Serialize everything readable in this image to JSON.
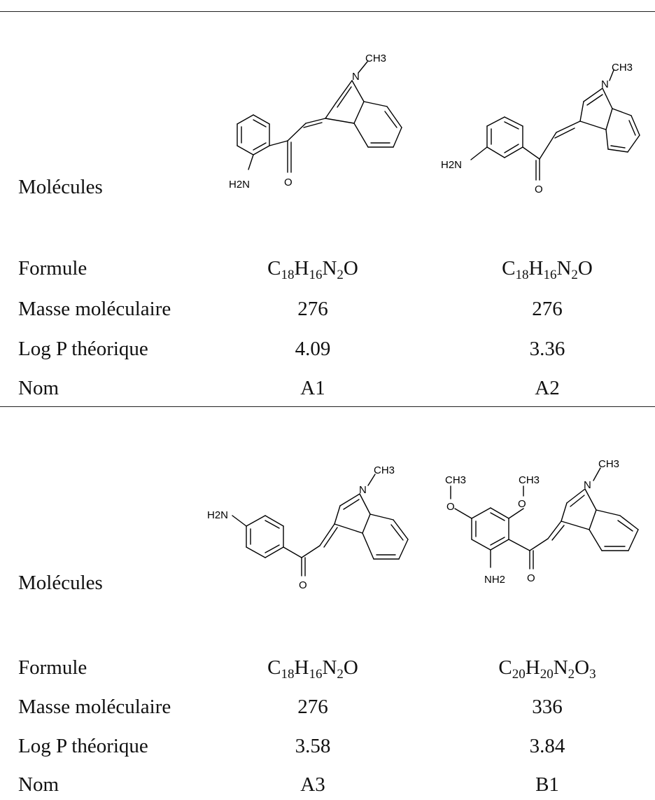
{
  "table": {
    "headers": [
      "Molécules",
      "Formule",
      "Masse moléculaire",
      "Log P théorique",
      "Nom"
    ],
    "blocks": [
      {
        "row_label_molecules": "Molécules",
        "row_label_formula": "Formule",
        "row_label_mass": "Masse moléculaire",
        "row_label_logp": "Log P théorique",
        "row_label_name": "Nom",
        "compounds": [
          {
            "structure": {
              "amine_label": "H2N",
              "methyl_label": "CH3",
              "nitrogen_label": "N",
              "oxygen_label": "O"
            },
            "formula": {
              "c": "C",
              "c_n": "18",
              "h": "H",
              "h_n": "16",
              "n": "N",
              "n_n": "2",
              "o": "O",
              "o_n": ""
            },
            "mass": "276",
            "logp": "4.09",
            "name": "A1"
          },
          {
            "structure": {
              "amine_label": "H2N",
              "methyl_label": "CH3",
              "nitrogen_label": "N",
              "oxygen_label": "O"
            },
            "formula": {
              "c": "C",
              "c_n": "18",
              "h": "H",
              "h_n": "16",
              "n": "N",
              "n_n": "2",
              "o": "O",
              "o_n": ""
            },
            "mass": "276",
            "logp": "3.36",
            "name": "A2"
          }
        ]
      },
      {
        "row_label_molecules": "Molécules",
        "row_label_formula": "Formule",
        "row_label_mass": "Masse moléculaire",
        "row_label_logp": "Log P théorique",
        "row_label_name": "Nom",
        "compounds": [
          {
            "structure": {
              "amine_label": "H2N",
              "methyl_label": "CH3",
              "nitrogen_label": "N",
              "oxygen_label": "O"
            },
            "formula": {
              "c": "C",
              "c_n": "18",
              "h": "H",
              "h_n": "16",
              "n": "N",
              "n_n": "2",
              "o": "O",
              "o_n": ""
            },
            "mass": "276",
            "logp": "3.58",
            "name": "A3"
          },
          {
            "structure": {
              "amine_label": "NH2",
              "methyl_label": "CH3",
              "methoxy_label": "CH3",
              "nitrogen_label": "N",
              "oxygen_label": "O"
            },
            "formula": {
              "c": "C",
              "c_n": "20",
              "h": "H",
              "h_n": "20",
              "n": "N",
              "n_n": "2",
              "o": "O",
              "o_n": "3"
            },
            "mass": "336",
            "logp": "3.84",
            "name": "B1"
          }
        ]
      }
    ]
  }
}
